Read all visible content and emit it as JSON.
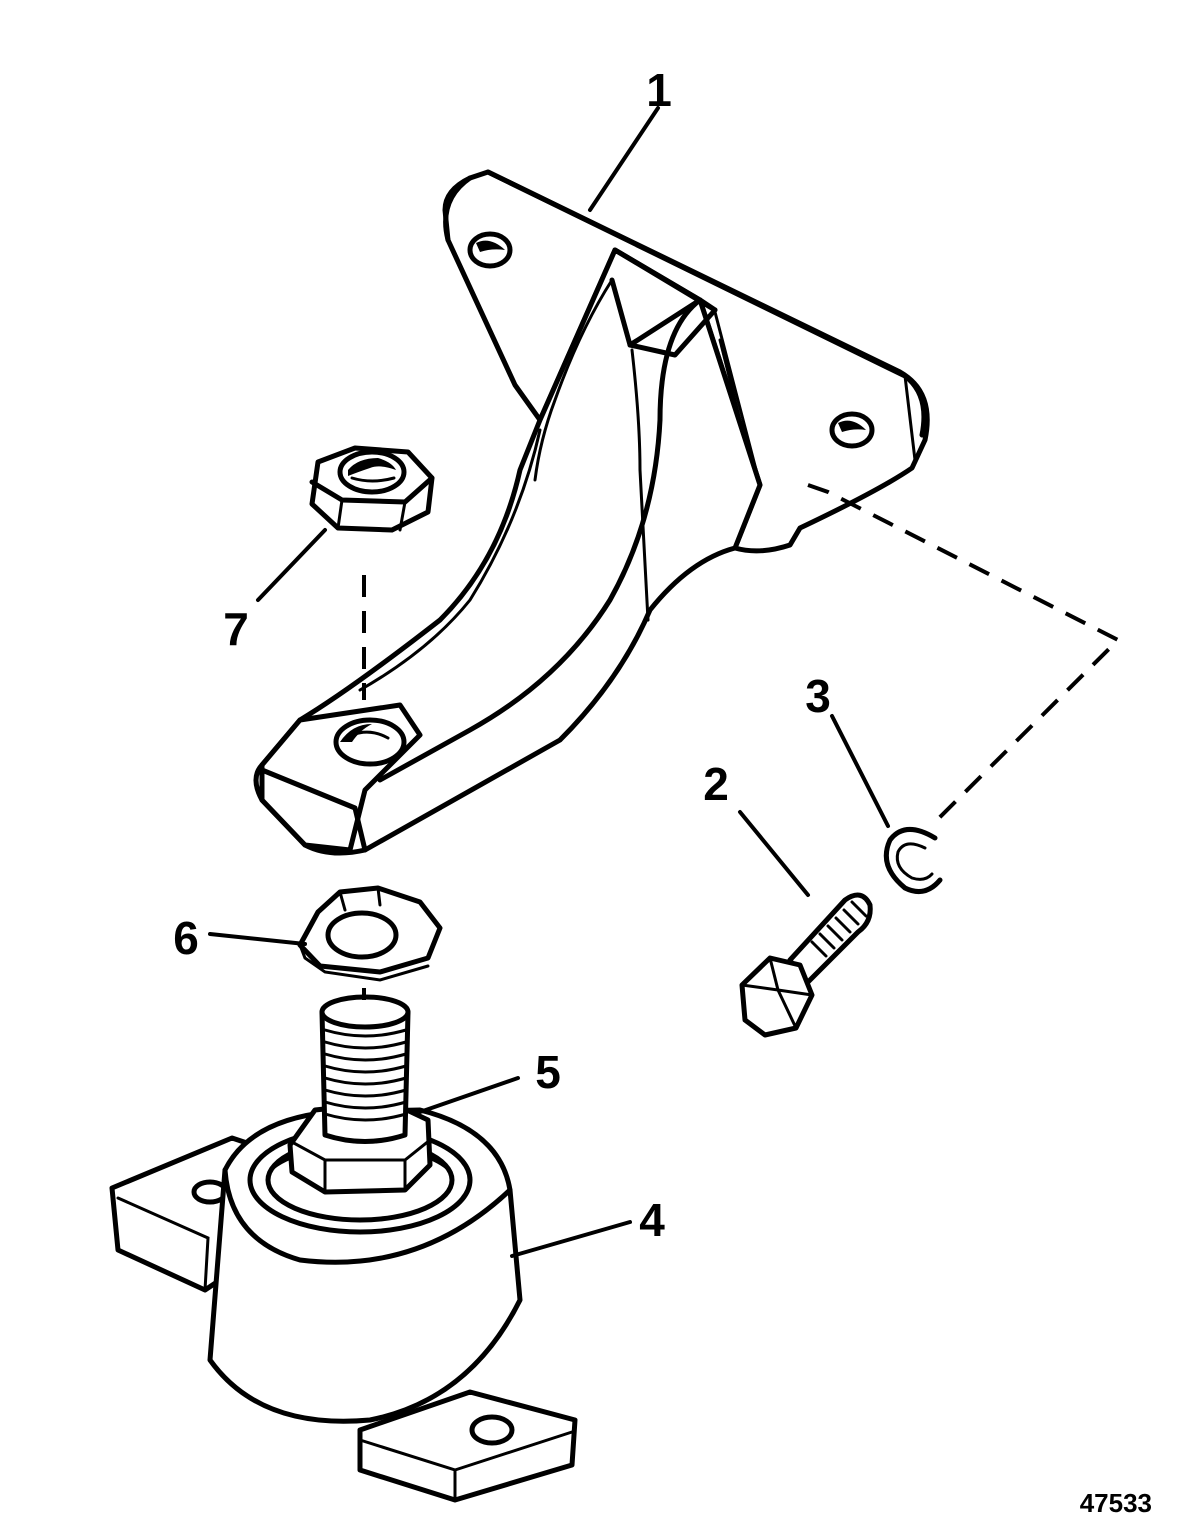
{
  "callouts": {
    "c1": "1",
    "c2": "2",
    "c3": "3",
    "c4": "4",
    "c5": "5",
    "c6": "6",
    "c7": "7"
  },
  "figure_number": "47533"
}
